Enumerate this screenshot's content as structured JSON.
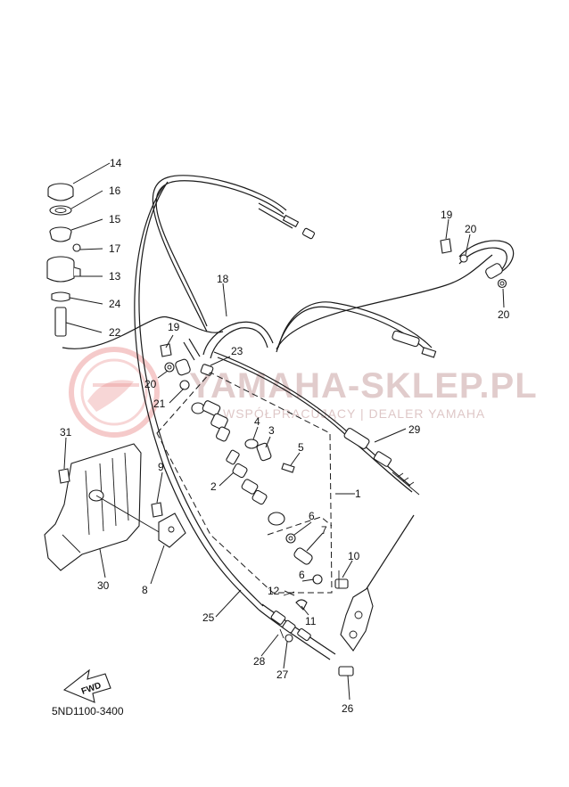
{
  "reference_code": "5ND1100-3400",
  "watermark": {
    "site": "YAMAHA-SKLEP.PL",
    "tagline": "WSPÓŁPRACUJĄCY | DEALER YAMAHA",
    "logo_color": "#e88a8a",
    "text_color": "#c9a3a3"
  },
  "direction_arrow": {
    "label": "FWD",
    "icon": "fwd-arrow-icon"
  },
  "callouts": {
    "c1": "1",
    "c2": "2",
    "c4": "4",
    "c3": "3",
    "c5": "5",
    "c6a": "6",
    "c6b": "6",
    "c7": "7",
    "c8": "8",
    "c9": "9",
    "c10": "10",
    "c11": "11",
    "c12": "12",
    "c13": "13",
    "c14": "14",
    "c15": "15",
    "c16": "16",
    "c17": "17",
    "c18": "18",
    "c19a": "19",
    "c19b": "19",
    "c20a": "20",
    "c20b": "20",
    "c20c": "20",
    "c21": "21",
    "c22": "22",
    "c23": "23",
    "c24": "24",
    "c25": "25",
    "c26": "26",
    "c27": "27",
    "c28": "28",
    "c29": "29",
    "c30": "30",
    "c31": "31"
  }
}
